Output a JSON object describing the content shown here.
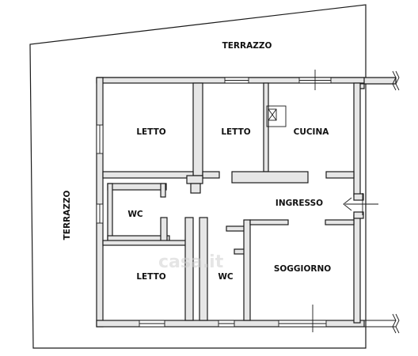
{
  "labels": {
    "terrace_top": "TERRAZZO",
    "terrace_left": "TERRAZZO",
    "bedroom_1": "LETTO",
    "bedroom_2": "LETTO",
    "kitchen": "CUCINA",
    "entrance": "INGRESSO",
    "bathroom_1": "WC",
    "bathroom_2": "WC",
    "bedroom_3": "LETTO",
    "living_room": "SOGGIORNO"
  },
  "watermark": "casa.it",
  "colors": {
    "wall_fill": "#e6e6e6",
    "line": "#1a1a1a",
    "background": "#ffffff"
  }
}
